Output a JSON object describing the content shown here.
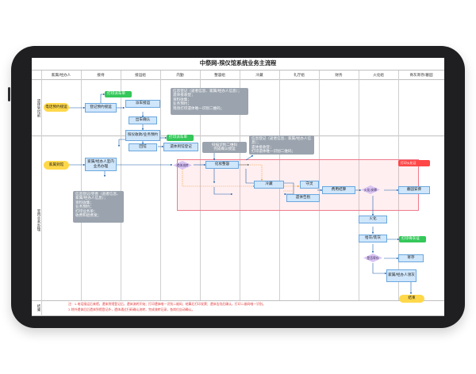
{
  "title": "中祭网-殡仪馆系统业务主流程",
  "columns": [
    "家属/经办人",
    "接待",
    "接运组",
    "内勤",
    "整容组",
    "冷藏",
    "礼厅组",
    "财务",
    "火化组",
    "骨灰寄存/墓园"
  ],
  "rows": [
    "遗体到馆前",
    "室内业务办理",
    "结束"
  ],
  "nodes": {
    "phone": "电话预约接运",
    "print1": "打印派车单",
    "reg_booking": "登记预约接运",
    "dispatch": "派车接运",
    "depart": "出车确认",
    "service": "殡仪收款/业务预约",
    "print2": "打印派车单",
    "back": "回馆",
    "arrive_reg": "遗体到馆登记",
    "family_arrive": "家属到馆",
    "handle": "家属/经办人室内业务办理",
    "flow": "遗体流转",
    "makeup": "化妆整容",
    "cold": "冷藏",
    "vigil": "守灵",
    "farewell": "遗体告别",
    "settle": "费用结算",
    "cremate_diamond": "火化/安葬",
    "burial": "墓园安葬",
    "cremation": "火化",
    "ash": "拾灰/装灰",
    "print_ash": "打印骨灰证",
    "store_diamond": "是否寄存",
    "store": "寄存",
    "collect": "家属/经办人领灰",
    "end": "结束",
    "print_cert": "打印火化证"
  },
  "notes": {
    "note1": [
      "信息登记（逝者信息、家属/经办人信息）；",
      "遗体接收登；",
      "资料收集；",
      "业务预约；",
      "现场打印遗体唯一识别二维码；"
    ],
    "note2": [
      "信息登记（逝者信息、家属/经办人信息）；",
      "遗体接收登；",
      "打印遗体唯一识别二维码；"
    ],
    "note3": [
      "信息登记/完善（逝者信息、",
      "家属/经办人信息）；",
      "资料收集；",
      "业务预约；",
      "打印业务单；",
      "收费和退费发；"
    ],
    "transfer": [
      "扫描识别二维码",
      "完成确认接运"
    ]
  },
  "footer": [
    "注：1.电话接运后来馆，遗体到馆登记后，遗体流转开始；打印遗体唯一识别二维码；结算后打印发票；遗体告别后确认，打印二维码唯一识别。",
    "2.除外遗体后后遗体到馆登记外，遗体通过扫码确认流转，完成流转记录，各岗位自动确认。"
  ],
  "colors": {
    "blue": "#cfe6fb",
    "yellow": "#ffd84a",
    "green": "#34c759",
    "gray": "#9aa3ae",
    "purple": "#d9c4f3",
    "red": "#ff4747",
    "line": "#1e5fa8"
  }
}
